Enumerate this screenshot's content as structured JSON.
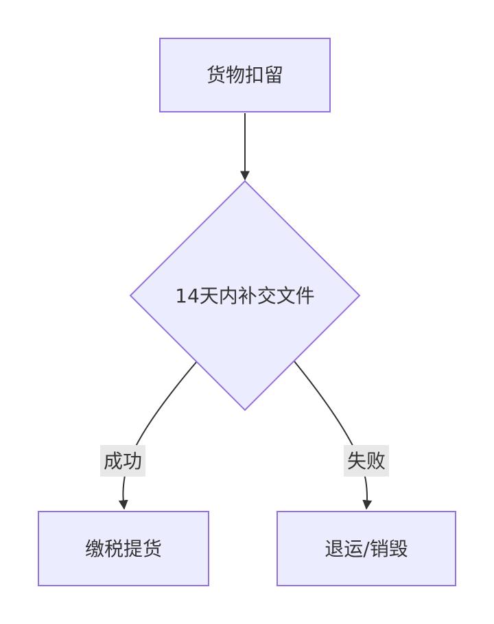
{
  "flowchart": {
    "nodes": {
      "detained": {
        "label": "货物扣留",
        "shape": "rectangle"
      },
      "decision": {
        "label": "14天内补交文件",
        "shape": "diamond"
      },
      "pay_tax": {
        "label": "缴税提货",
        "shape": "rectangle"
      },
      "return_destroy": {
        "label": "退运/销毁",
        "shape": "rectangle"
      }
    },
    "edges": {
      "to_decision": {
        "from": "货物扣留",
        "to": "14天内补交文件",
        "label": ""
      },
      "success": {
        "from": "14天内补交文件",
        "to": "缴税提货",
        "label": "成功"
      },
      "failure": {
        "from": "14天内补交文件",
        "to": "退运/销毁",
        "label": "失败"
      }
    },
    "colors": {
      "node_fill": "#ECECFF",
      "node_stroke": "#9370DB",
      "edge": "#333333",
      "label_bg": "#e8e8e8",
      "text": "#333333"
    }
  }
}
